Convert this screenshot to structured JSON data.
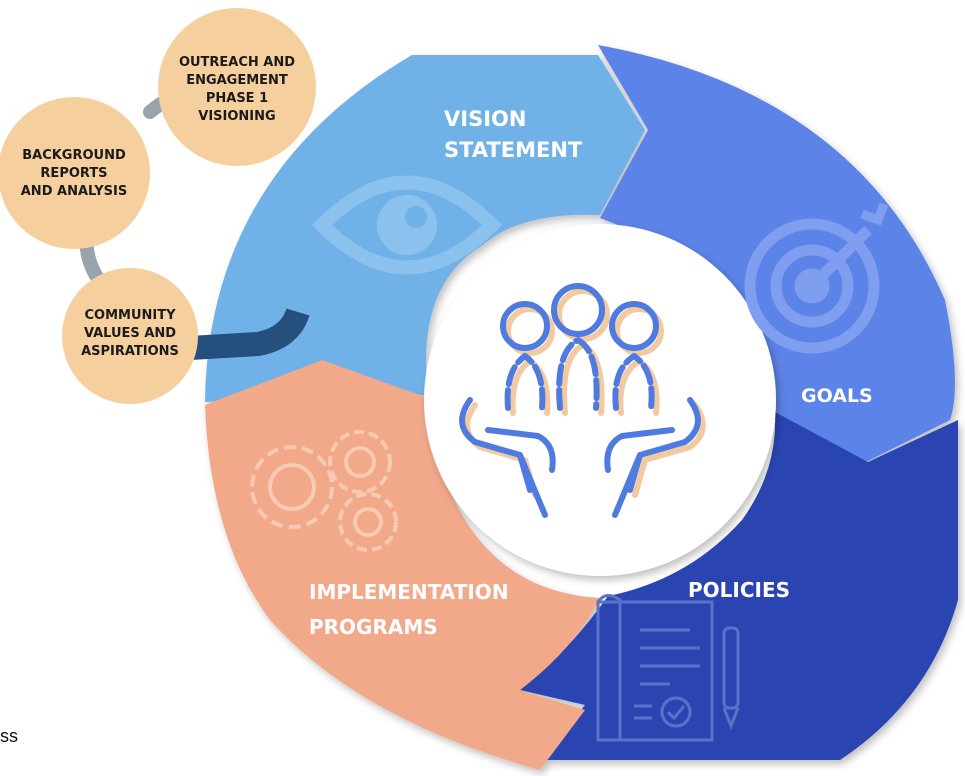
{
  "colors": {
    "vision": "#6fb1e7",
    "goals": "#5b83e8",
    "policies": "#2b45b2",
    "implementation": "#f1a98a",
    "bubble": "#f6cf9e",
    "connector": "#98a4ad",
    "arc": "#25507e",
    "center_icon_blue": "#4f7be0",
    "center_icon_peach": "#f3c9a0"
  },
  "segments": {
    "vision": {
      "line1": "VISION",
      "line2": "STATEMENT",
      "icon": "eye-icon"
    },
    "goals": {
      "label": "GOALS",
      "icon": "target-icon"
    },
    "policies": {
      "label": "POLICIES",
      "icon": "document-pen-icon"
    },
    "implementation": {
      "line1": "IMPLEMENTATION",
      "line2": "PROGRAMS",
      "icon": "gears-icon"
    }
  },
  "center": {
    "icon": "people-in-hands-icon"
  },
  "bubbles": {
    "outreach": {
      "lines": [
        "OUTREACH AND",
        "ENGAGEMENT",
        "PHASE 1",
        "VISIONING"
      ]
    },
    "background": {
      "lines": [
        "BACKGROUND",
        "REPORTS",
        "AND ANALYSIS"
      ]
    },
    "community": {
      "lines": [
        "COMMUNITY",
        "VALUES AND",
        "ASPIRATIONS"
      ]
    }
  },
  "fragment_text": "ss"
}
